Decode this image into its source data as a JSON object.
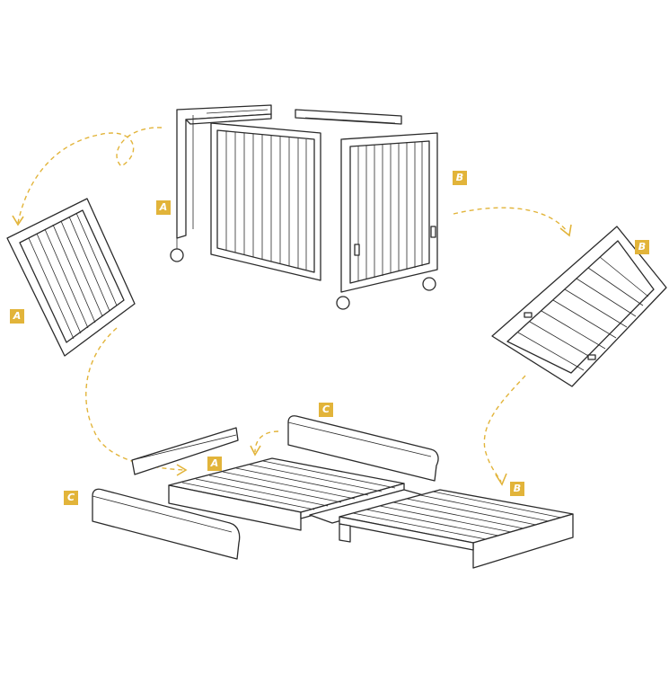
{
  "labels": {
    "frame_left": "A",
    "frame_right": "B",
    "panel_left_flat": "A",
    "panel_right_flat": "B",
    "board_top": "C",
    "bed_a": "A",
    "bed_b": "B",
    "board_left": "C"
  },
  "colors": {
    "accent": "#e2b43a",
    "line": "#2b2b2b"
  }
}
